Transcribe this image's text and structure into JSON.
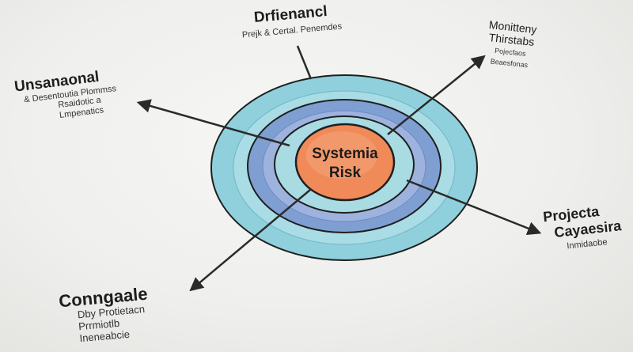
{
  "diagram": {
    "center": {
      "line1": "Systemia",
      "line2": "Risk"
    },
    "labels": {
      "top": {
        "title": "Drfienancl",
        "sub": [
          "Prejk & Certal. Penemdes"
        ]
      },
      "top_right": {
        "title": "Monitteny",
        "title2": "Thirstabs",
        "sub": [
          "Pojecfaos",
          "Beaesfonas"
        ]
      },
      "left": {
        "title": "Unsanaonal",
        "sub": [
          "& Desentoutia Plommss",
          "Rsaidotic a",
          "Lmpenatics"
        ]
      },
      "bottom_right": {
        "title": "Projecta",
        "title2": "Cayaesira",
        "sub": [
          "Inmidaobe"
        ]
      },
      "bottom_left": {
        "title": "Conngaale",
        "sub": [
          "Dby Protietacn",
          "Prrmiotlb",
          "Ineneabcie"
        ]
      }
    }
  }
}
